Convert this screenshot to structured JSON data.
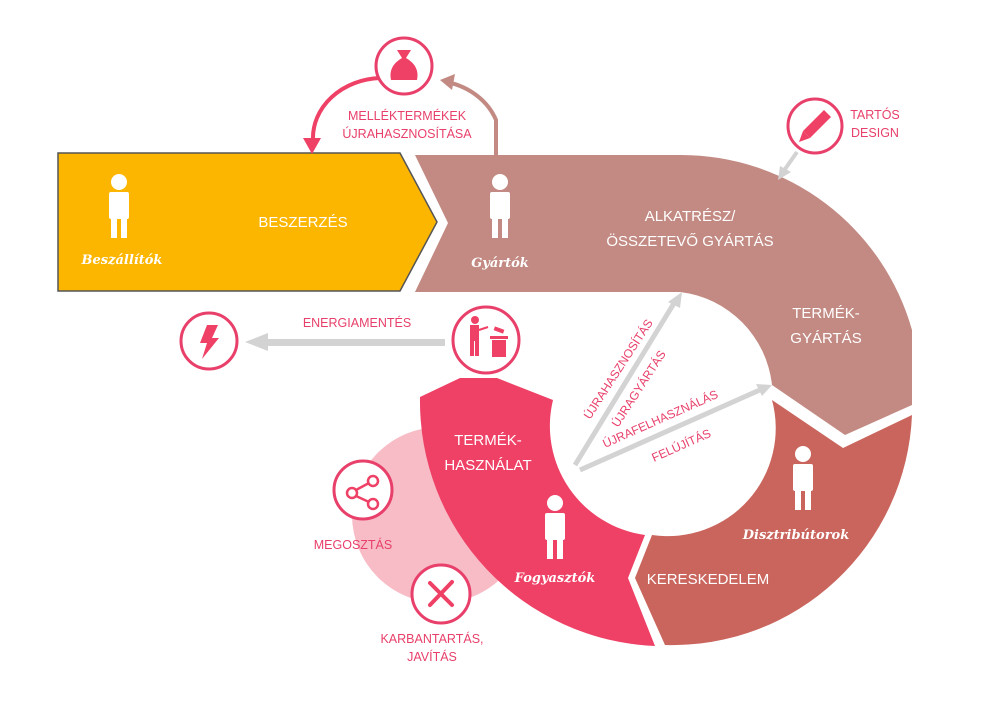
{
  "colors": {
    "supply": "#fdb600",
    "manufacture": "#c28a82",
    "distribution": "#c9655d",
    "consumption": "#ef4066",
    "sharing_circle": "#f7bcc6",
    "accent": "#e8406a",
    "arrow_gray": "#d3d3d3",
    "white": "#ffffff"
  },
  "stages": {
    "procurement": {
      "label": "BESZERZÉS",
      "actor": "Beszállítók"
    },
    "components": {
      "label_lines": [
        "ALKATRÉSZ/",
        "ÖSSZETEVŐ GYÁRTÁS"
      ],
      "actor": "Gyártók"
    },
    "product_manufacturing": {
      "label_lines": [
        "TERMÉK-",
        "GYÁRTÁS"
      ]
    },
    "retail": {
      "label": "KERESKEDELEM",
      "actor": "Disztribútorok"
    },
    "product_use": {
      "label_lines": [
        "TERMÉK-",
        "HASZNÁLAT"
      ],
      "actor": "Fogyasztók"
    }
  },
  "side_flows": {
    "byproducts": {
      "label_lines": [
        "MELLÉKTERMÉKEK",
        "ÚJRAHASZNOSÍTÁSA"
      ],
      "icon": "money-bag-icon"
    },
    "design": {
      "label_lines": [
        "TARTÓS",
        "DESIGN"
      ],
      "icon": "pencil-icon"
    },
    "energy": {
      "label": "ENERGIAMENTÉS",
      "icon": "lightning-icon"
    },
    "disposal": {
      "icon": "trash-disposal-icon"
    },
    "sharing": {
      "label": "MEGOSZTÁS",
      "icon": "share-icon"
    },
    "maintenance": {
      "label_lines": [
        "KARBANTARTÁS,",
        "JAVÍTÁS"
      ],
      "icon": "tools-icon"
    }
  },
  "loops": {
    "recycling": "ÚJRAHASZNOSÍTÁS",
    "remanufacturing": "ÚJRAGYÁRTÁS",
    "reuse": "ÚJRAFELHASZNÁLÁS",
    "refurbishing": "FELÚJÍTÁS"
  }
}
